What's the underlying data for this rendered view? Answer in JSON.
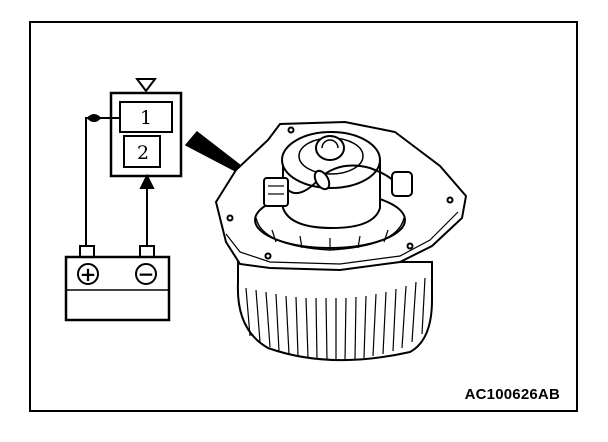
{
  "connector": {
    "pin1_label": "1",
    "pin2_label": "2"
  },
  "battery": {
    "positive_symbol": "+",
    "negative_symbol": "−"
  },
  "figure_id": "AC100626AB",
  "colors": {
    "line": "#000000",
    "background": "#ffffff"
  }
}
